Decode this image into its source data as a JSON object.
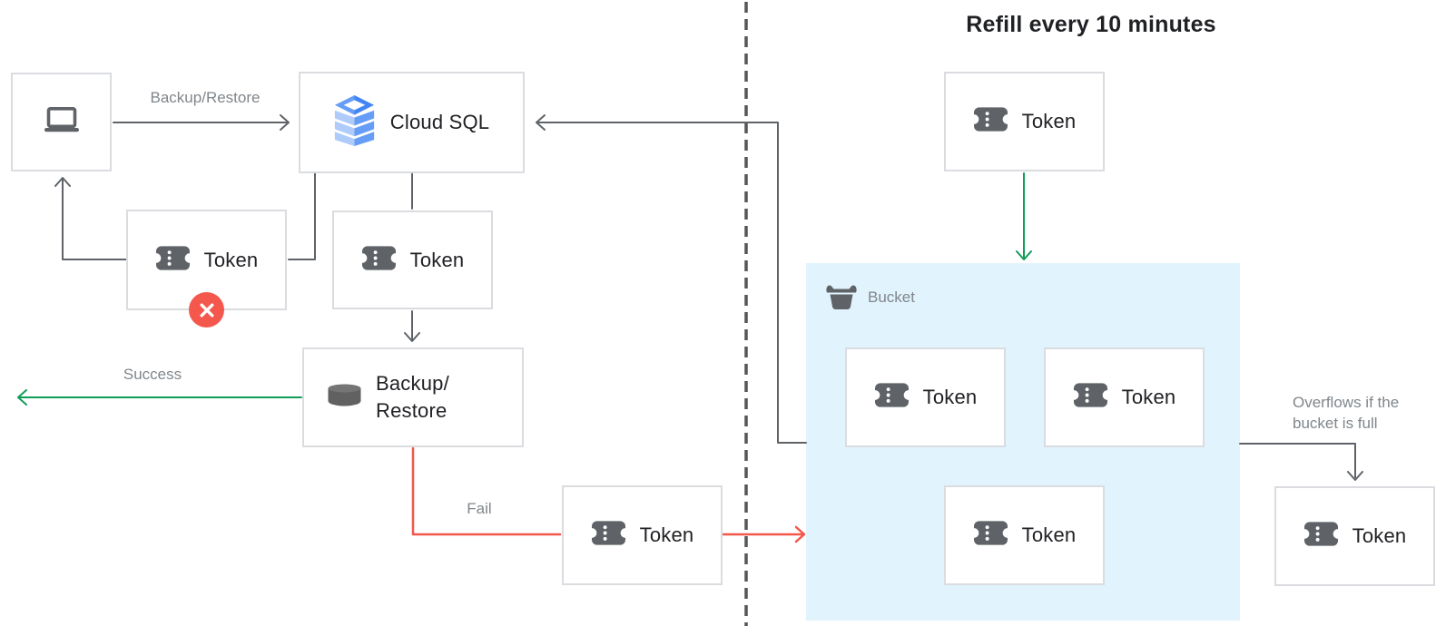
{
  "title": "Refill every 10 minutes",
  "nodes": {
    "cloud_sql": {
      "label": "Cloud SQL"
    },
    "token_rejected": {
      "label": "Token"
    },
    "token_in_use": {
      "label": "Token"
    },
    "backup_restore": {
      "line1": "Backup/",
      "line2": "Restore"
    },
    "token_returned": {
      "label": "Token"
    },
    "token_refill": {
      "label": "Token"
    },
    "bucket_token_left": {
      "label": "Token"
    },
    "bucket_token_right": {
      "label": "Token"
    },
    "bucket_token_bottom": {
      "label": "Token"
    },
    "token_overflow": {
      "label": "Token"
    }
  },
  "bucket": {
    "label": "Bucket"
  },
  "edge_labels": {
    "backup_restore": "Backup/Restore",
    "success": "Success",
    "fail": "Fail",
    "overflow_line1": "Overflows if the",
    "overflow_line2": "bucket is full"
  },
  "colors": {
    "line_gray": "#5f6368",
    "divider_gray": "#54575a",
    "success_green": "#109d58",
    "fail_red": "#f4564a",
    "error_badge_red": "#f4574c",
    "bucket_fill": "#e1f3fd",
    "box_border": "#dadce0",
    "node_text": "#202124",
    "label_gray": "#80868b",
    "cloud_sql_blue_dark": "#4285f4",
    "cloud_sql_blue_mid": "#669df6",
    "cloud_sql_blue_light": "#aecbfa"
  }
}
